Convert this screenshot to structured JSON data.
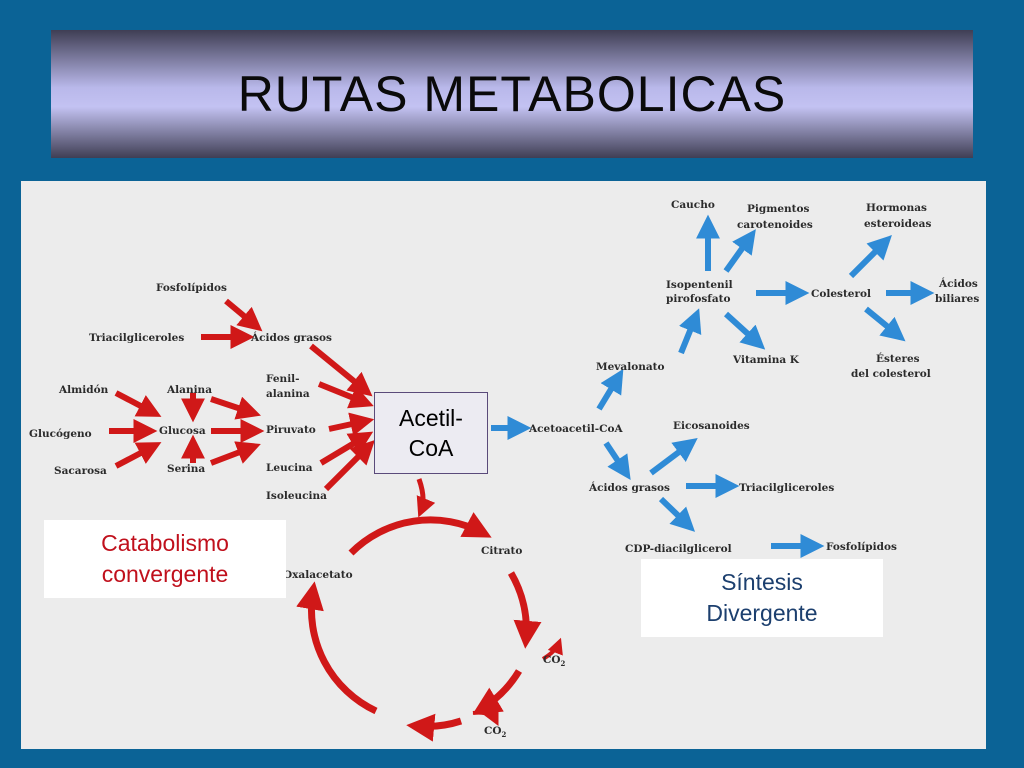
{
  "title": "RUTAS METABOLICAS",
  "labels": {
    "fosfolipidos_left": "Fosfolípidos",
    "triacilgliceroles_left": "Triacilgliceroles",
    "acidos_grasos_left": "Ácidos grasos",
    "almidon": "Almidón",
    "glucogeno": "Glucógeno",
    "sacarosa": "Sacarosa",
    "alanina": "Alanina",
    "glucosa": "Glucosa",
    "serina": "Serina",
    "fenilalanina_1": "Fenil-",
    "fenilalanina_2": "alanina",
    "piruvato": "Piruvato",
    "leucina": "Leucina",
    "isoleucina": "Isoleucina",
    "acetoacetil_coa": "Acetoacetil-CoA",
    "mevalonato": "Mevalonato",
    "isopentenil_1": "Isopentenil",
    "isopentenil_2": "pirofosfato",
    "caucho": "Caucho",
    "pigmentos_1": "Pigmentos",
    "pigmentos_2": "carotenoides",
    "vitamina_k": "Vitamina K",
    "colesterol": "Colesterol",
    "hormonas_1": "Hormonas",
    "hormonas_2": "esteroideas",
    "acidos_biliares_1": "Ácidos",
    "acidos_biliares_2": "biliares",
    "esteres_1": "Ésteres",
    "esteres_2": "del colesterol",
    "eicosanoides": "Eicosanoides",
    "acidos_grasos_right": "Ácidos grasos",
    "triacilgliceroles_right": "Triacilgliceroles",
    "cdp_diacilglicerol": "CDP-diacilglicerol",
    "fosfolipidos_right": "Fosfolípidos",
    "citrato": "Citrato",
    "oxalacetato": "Oxalacetato",
    "co2": "CO",
    "co2_sub": "2"
  },
  "boxes": {
    "acetil_1": "Acetil-",
    "acetil_2": "CoA",
    "catabolismo_1": "Catabolismo",
    "catabolismo_2": "convergente",
    "sintesis_1": "Síntesis",
    "sintesis_2": "Divergente"
  },
  "colors": {
    "background": "#0b6396",
    "red_arrows": "#d01818",
    "blue_arrows": "#2f8bd6",
    "catabolismo_text": "#c0101c",
    "sintesis_text": "#1c3f6e"
  }
}
